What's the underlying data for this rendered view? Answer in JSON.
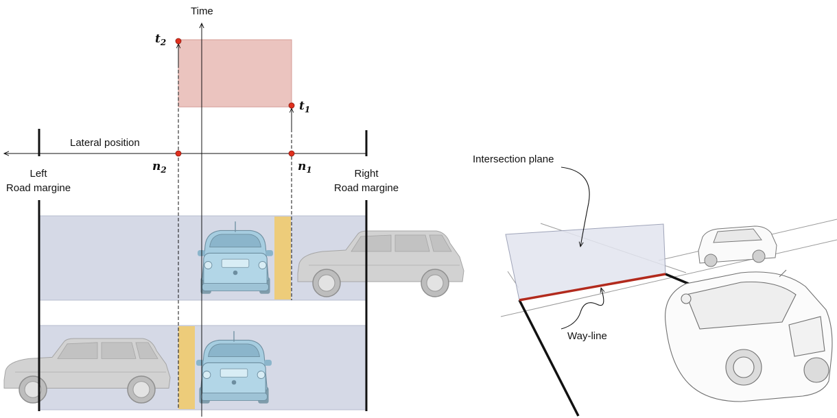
{
  "axes": {
    "time_label": "Time",
    "lateral_label": "Lateral position"
  },
  "margins": {
    "left_line1": "Left",
    "left_line2": "Road margine",
    "right_line1": "Right",
    "right_line2": "Road margine"
  },
  "points": {
    "t2": {
      "base": "t",
      "sub": "2"
    },
    "t1": {
      "base": "t",
      "sub": "1"
    },
    "n2": {
      "base": "n",
      "sub": "2"
    },
    "n1": {
      "base": "n",
      "sub": "1"
    }
  },
  "plane": {
    "intersection_label": "Intersection plane",
    "wayline_label": "Way-line"
  },
  "colors": {
    "interval_box": "#ebc4bf",
    "lane_band": "#d5d9e6",
    "gap_bar": "#edcc7a",
    "ego_car": "#a6cde0",
    "other_car": "#d0d0d0",
    "point": "#e0301e",
    "way_line": "#b22a1d",
    "plane": "#e2e4ef"
  }
}
